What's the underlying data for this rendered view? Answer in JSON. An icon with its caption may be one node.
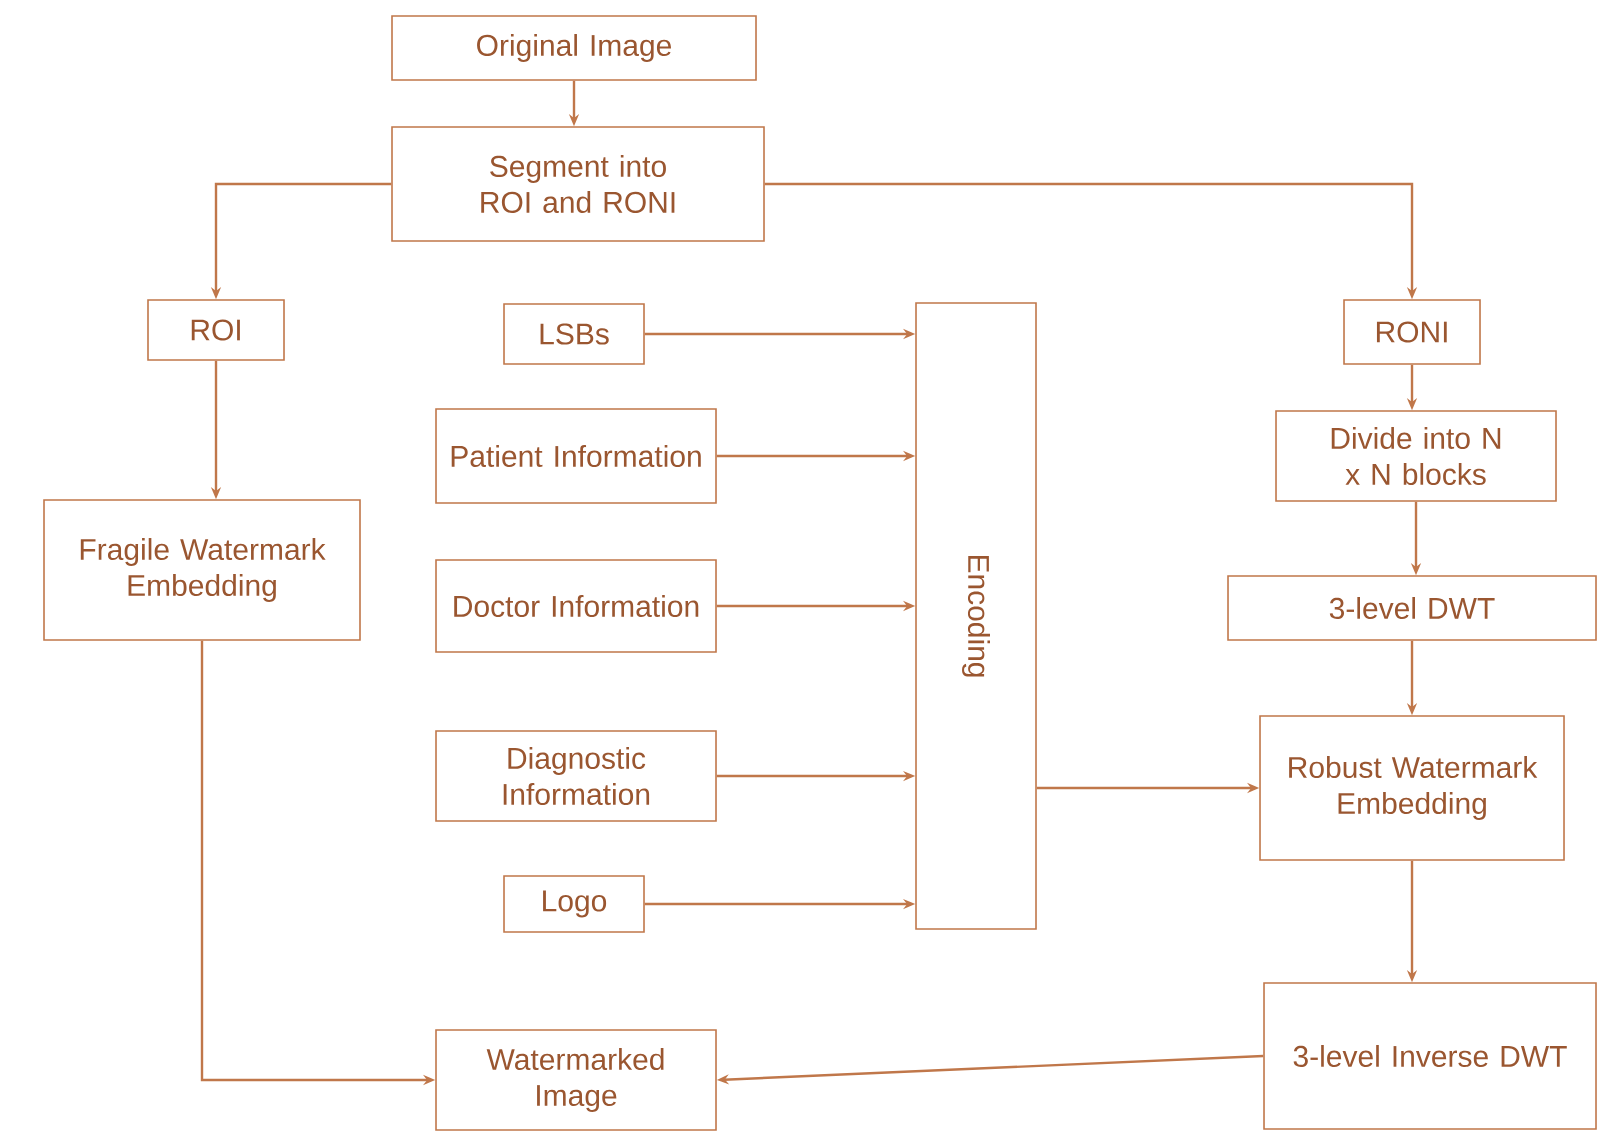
{
  "diagram": {
    "nodes": [
      {
        "text": [
          "Original Image"
        ]
      },
      {
        "text": [
          "Segment into ROI and RONI"
        ]
      },
      {
        "text": [
          "ROI"
        ]
      },
      {
        "text": [
          "RONI"
        ]
      },
      {
        "text": [
          "LSBs"
        ]
      },
      {
        "text": [
          "Patient Information"
        ]
      },
      {
        "text": [
          "Doctor Information"
        ]
      },
      {
        "text": [
          "Diagnostic Information"
        ]
      },
      {
        "text": [
          "Logo"
        ]
      },
      {
        "text": [
          "Encoding"
        ]
      },
      {
        "text": [
          "Fragile Watermark Embedding"
        ]
      },
      {
        "text": [
          "Divide into N x N blocks"
        ]
      },
      {
        "text": [
          "3-level DWT"
        ]
      },
      {
        "text": [
          "Robust Watermark Embedding"
        ]
      },
      {
        "text": [
          "3-level Inverse DWT"
        ]
      },
      {
        "text": [
          "Watermarked Image"
        ]
      }
    ],
    "edges": [
      {
        "from": 0,
        "to": 1,
        "arrow": "to"
      },
      {
        "from": 1,
        "to": 2,
        "arrow": "to"
      },
      {
        "from": 1,
        "to": 3,
        "arrow": "to"
      },
      {
        "from": 4,
        "to": 9,
        "arrow": "to"
      },
      {
        "from": 5,
        "to": 9,
        "arrow": "to"
      },
      {
        "from": 6,
        "to": 9,
        "arrow": "to"
      },
      {
        "from": 7,
        "to": 9,
        "arrow": "to"
      },
      {
        "from": 8,
        "to": 9,
        "arrow": "to"
      },
      {
        "from": 2,
        "to": 10,
        "arrow": "to"
      },
      {
        "from": 3,
        "to": 11,
        "arrow": "to"
      },
      {
        "from": 11,
        "to": 12,
        "arrow": "to"
      },
      {
        "from": 12,
        "to": 13,
        "arrow": "to"
      },
      {
        "from": 9,
        "to": 13,
        "arrow": "to"
      },
      {
        "from": 13,
        "to": 14,
        "arrow": "to"
      },
      {
        "from": 14,
        "to": 15,
        "arrow": "to"
      },
      {
        "from": 10,
        "to": 15,
        "arrow": "to"
      }
    ]
  }
}
